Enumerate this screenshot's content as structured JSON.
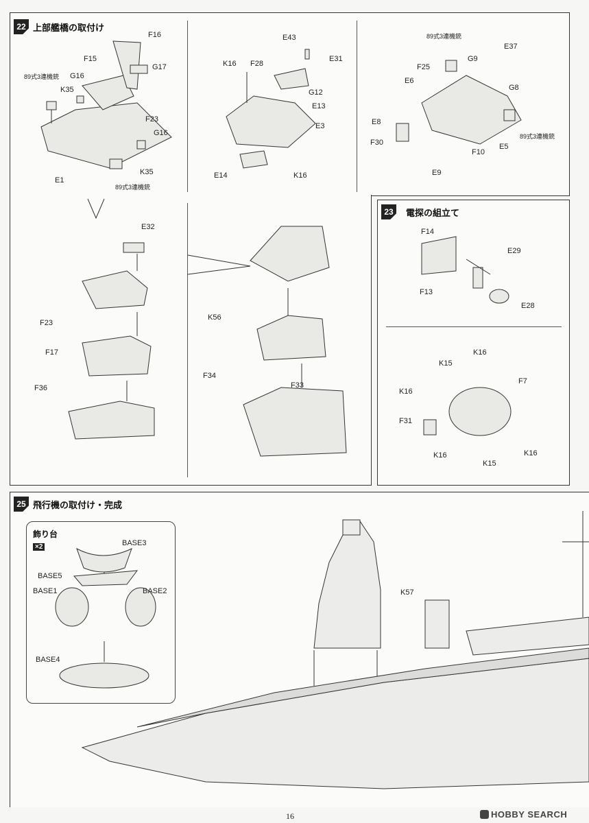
{
  "page_number": "16",
  "watermark": "HOBBY SEARCH",
  "step22": {
    "badge": "22",
    "title": "上部艦橋の取付け",
    "panel_a": {
      "F16": "F16",
      "F15": "F15",
      "G17": "G17",
      "G16a": "G16",
      "gun_label_a": "89式3連機銃",
      "K35a": "K35",
      "F23": "F23",
      "G16b": "G16",
      "K35b": "K35",
      "E1": "E1",
      "gun_label_b": "89式3連機銃"
    },
    "panel_b": {
      "E43": "E43",
      "K16a": "K16",
      "F28": "F28",
      "E31": "E31",
      "G12": "G12",
      "E13": "E13",
      "E3": "E3",
      "E14": "E14",
      "K16b": "K16"
    },
    "panel_c": {
      "gun_label_a": "89式3連機銃",
      "E37": "E37",
      "F25": "F25",
      "G9": "G9",
      "E6": "E6",
      "G8": "G8",
      "E8": "E8",
      "gun_label_b": "89式3連機銃",
      "F30": "F30",
      "F10": "F10",
      "E5": "E5",
      "E9": "E9"
    }
  },
  "step22b": {
    "left": {
      "E32": "E32",
      "F23": "F23",
      "F17": "F17",
      "F36": "F36"
    },
    "right": {
      "K56": "K56",
      "F34": "F34",
      "F33": "F33"
    }
  },
  "step23": {
    "badge": "23",
    "title": "電探の組立て",
    "top": {
      "F14": "F14",
      "E29": "E29",
      "F13": "F13",
      "E28": "E28"
    },
    "bottom": {
      "K16a": "K16",
      "K15a": "K15",
      "F7": "F7",
      "K16b": "K16",
      "F31": "F31",
      "K16c": "K16",
      "K15b": "K15",
      "K16d": "K16"
    }
  },
  "step25": {
    "badge": "25",
    "title": "飛行機の取付け・完成",
    "stand": {
      "title": "飾り台",
      "multiplier": "×2",
      "BASE3": "BASE3",
      "BASE5": "BASE5",
      "BASE1": "BASE1",
      "BASE2": "BASE2",
      "BASE4": "BASE4"
    },
    "K57": "K57"
  }
}
